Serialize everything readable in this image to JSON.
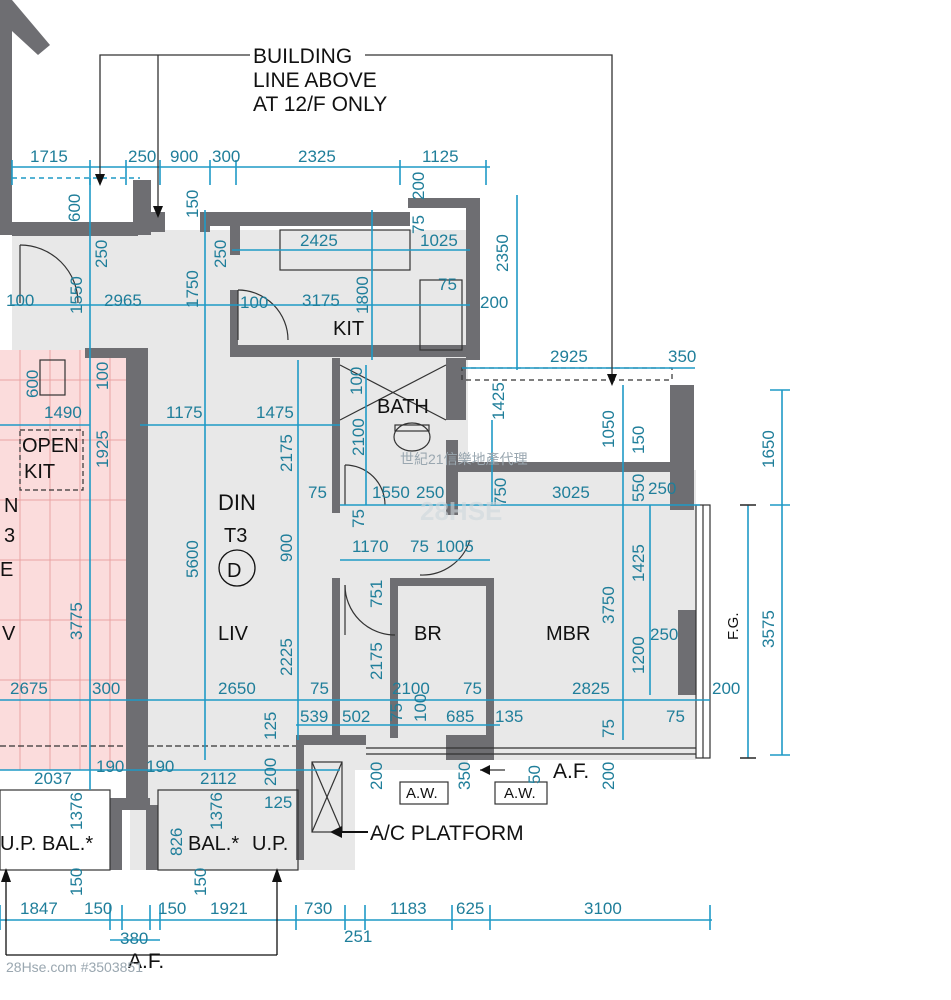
{
  "notes": {
    "building_line": [
      "BUILDING",
      "LINE ABOVE",
      "AT 12/F ONLY"
    ],
    "ac_platform": "A/C PLATFORM",
    "af_right": "A.F.",
    "af_bottom": "A.F.",
    "aw_left": "A.W.",
    "aw_right": "A.W.",
    "fg": "F.G."
  },
  "rooms": {
    "kit": "KIT",
    "bath": "BATH",
    "open_kit": [
      "OPEN",
      "KIT"
    ],
    "din": "DIN",
    "t3": "T3",
    "flat_d": "D",
    "liv": "LIV",
    "br": "BR",
    "mbr": "MBR",
    "bal_left": "BAL.*",
    "up_left": "U.P.",
    "bal_right": "BAL.*",
    "up_right": "U.P.",
    "partial_n": "N",
    "partial_3": "3",
    "partial_e": "E",
    "partial_v": "V"
  },
  "dims_top": [
    "1715",
    "250",
    "900",
    "300",
    "2325",
    "1125"
  ],
  "dims_inner": [
    "600",
    "250",
    "150",
    "250",
    "200",
    "75",
    "2425",
    "1025",
    "2350",
    "1550",
    "2965",
    "1750",
    "100",
    "3175",
    "1800",
    "75",
    "200",
    "100",
    "100",
    "2925",
    "350",
    "600",
    "100",
    "1490",
    "1175",
    "1475",
    "1425",
    "1050",
    "150",
    "1650",
    "1925",
    "2175",
    "2100",
    "75",
    "1550",
    "250",
    "750",
    "3025",
    "550",
    "250",
    "75",
    "1170",
    "75",
    "1005",
    "5600",
    "900",
    "751",
    "1425",
    "3775",
    "3750",
    "250",
    "3575",
    "2175",
    "1200",
    "2225",
    "2675",
    "300",
    "2650",
    "75",
    "2100",
    "75",
    "2825",
    "200",
    "539",
    "502",
    "75",
    "100",
    "685",
    "135",
    "75",
    "125",
    "75",
    "190",
    "190",
    "2037",
    "2112",
    "200",
    "200",
    "350",
    "50",
    "200",
    "1376",
    "1376",
    "125",
    "826",
    "150",
    "150"
  ],
  "dims_bottom": [
    "1847",
    "150",
    "150",
    "1921",
    "730",
    "251",
    "1183",
    "625",
    "3100",
    "380"
  ],
  "watermark": {
    "agency": "世紀21信樂地產代理",
    "site": "28Hse.com #3503851",
    "logo": "28HSE"
  }
}
